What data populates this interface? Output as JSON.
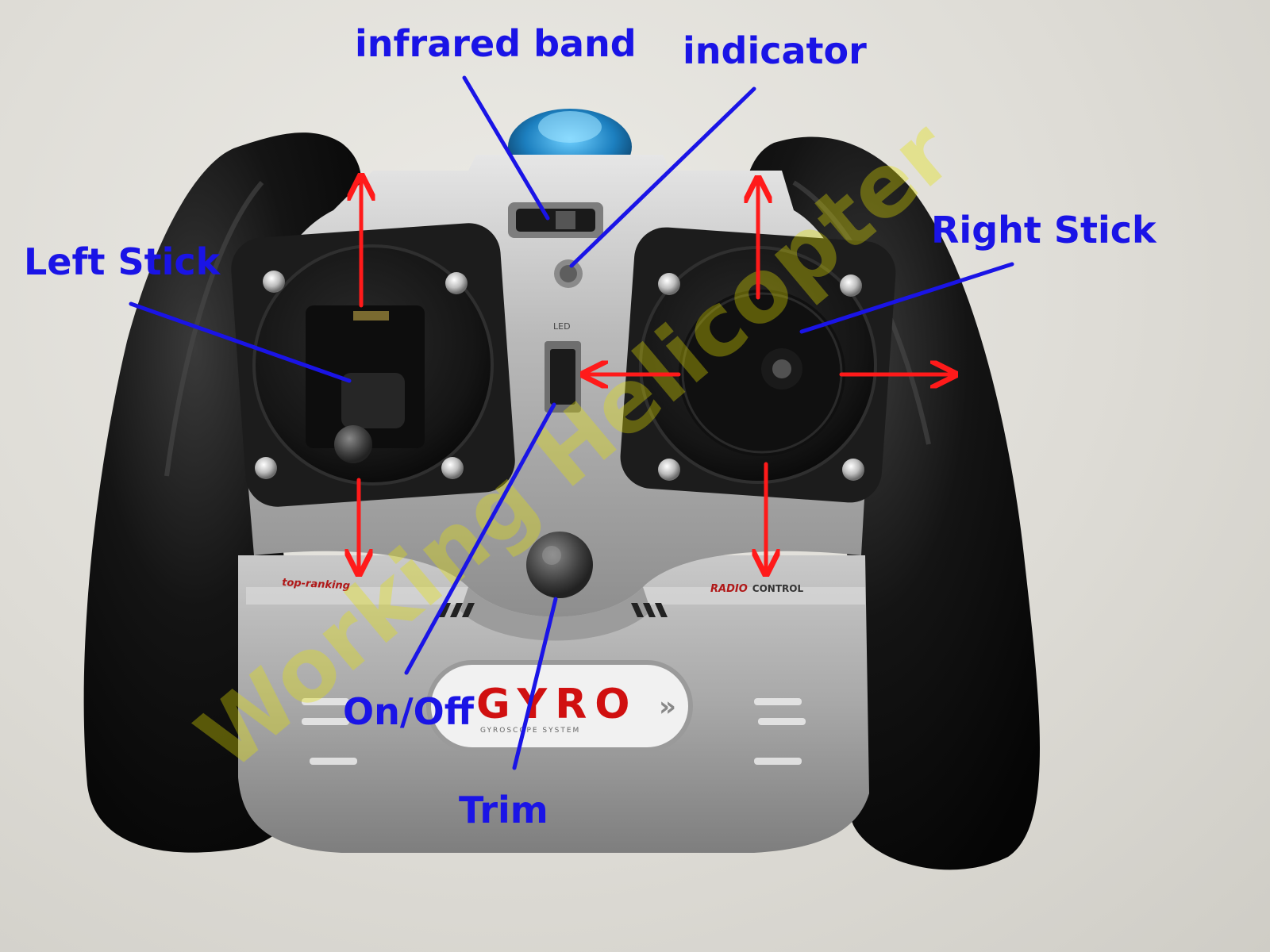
{
  "labels": {
    "infrared_band": "infrared band",
    "indicator": "indicator",
    "left_stick": "Left Stick",
    "right_stick": "Right Stick",
    "on_off": "On/Off",
    "trim": "Trim"
  },
  "device": {
    "brand": "GYRO",
    "brand_sub": "GYROSCOPE SYSTEM",
    "left_print": "top-ranking",
    "right_print_red": "RADIO",
    "right_print_dark": "CONTROL",
    "switch_mark": "LED"
  },
  "watermark": "Working Helicopter",
  "colors": {
    "label": "#1a14e6",
    "arrow": "#ff1a1a",
    "brand": "#d01010",
    "watermark": "#e6e200"
  }
}
